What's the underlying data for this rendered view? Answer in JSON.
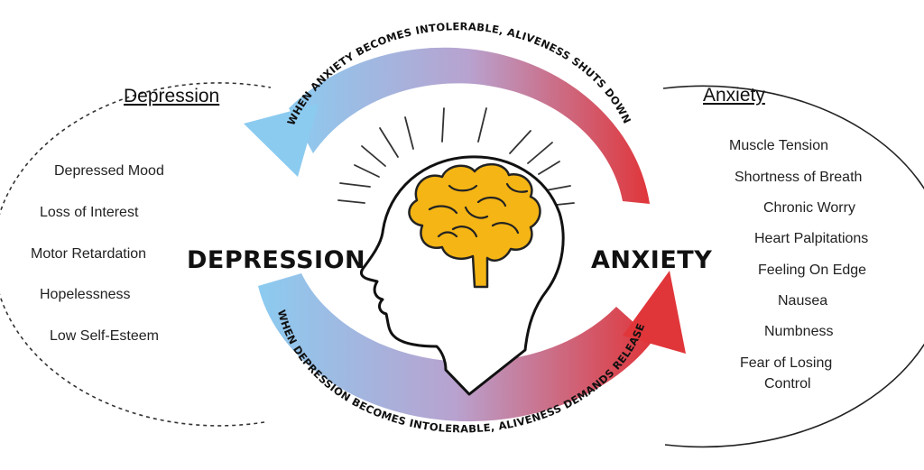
{
  "left_panel": {
    "title": "Depression",
    "items": [
      "Depressed Mood",
      "Loss of Interest",
      "Motor Retardation",
      "Hopelessness",
      "Low Self-Esteem"
    ]
  },
  "right_panel": {
    "title": "Anxiety",
    "items": [
      "Muscle Tension",
      "Shortness of Breath",
      "Chronic Worry",
      "Heart Palpitations",
      "Feeling On Edge",
      "Nausea",
      "Numbness",
      "Fear of Losing",
      "Control"
    ]
  },
  "center": {
    "left_label": "DEPRESSION",
    "right_label": "ANXIETY"
  },
  "arrows": {
    "top_text": "WHEN ANXIETY BECOMES INTOLERABLE, ALIVENESS SHUTS DOWN",
    "bottom_text": "WHEN DEPRESSION BECOMES INTOLERABLE, ALIVENESS DEMANDS RELEASE"
  },
  "colors": {
    "blue": "#8ccbf0",
    "purple": "#b8a2cf",
    "red": "#e0363a",
    "brain": "#f4b515"
  },
  "icons": [
    "head-silhouette-icon",
    "brain-icon",
    "radiating-lines-icon"
  ]
}
